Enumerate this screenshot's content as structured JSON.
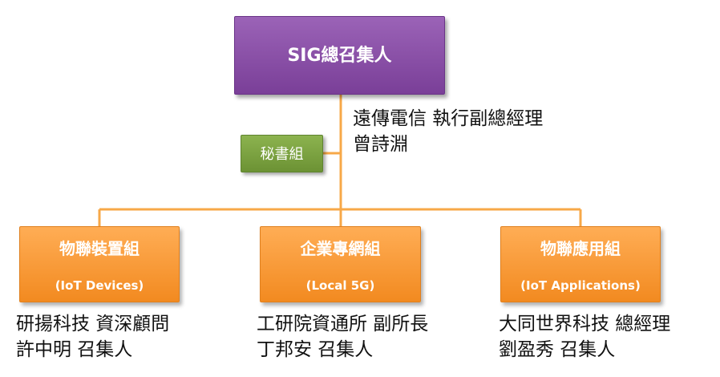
{
  "diagram": {
    "top_node": {
      "label": "SIG總召集人",
      "color": "#8a4fa8",
      "leader_title": "遠傳電信 執行副總經理",
      "leader_name": "曾詩淵"
    },
    "secretary_node": {
      "label": "秘書組",
      "color": "#7aa43f"
    },
    "groups": [
      {
        "name": "物聯裝置組",
        "subtitle": "(IoT Devices)",
        "lead_title": "研揚科技 資深顧問",
        "lead_name": "許中明  召集人",
        "color": "#f7952f"
      },
      {
        "name": "企業專網組",
        "subtitle": "(Local 5G)",
        "lead_title": "工研院資通所 副所長",
        "lead_name": "丁邦安 召集人",
        "color": "#f7952f"
      },
      {
        "name": "物聯應用組",
        "subtitle": "(IoT Applications)",
        "lead_title": "大同世界科技 總經理",
        "lead_name": "劉盈秀 召集人",
        "color": "#f7952f"
      }
    ],
    "connector_color": "#f7a848"
  }
}
